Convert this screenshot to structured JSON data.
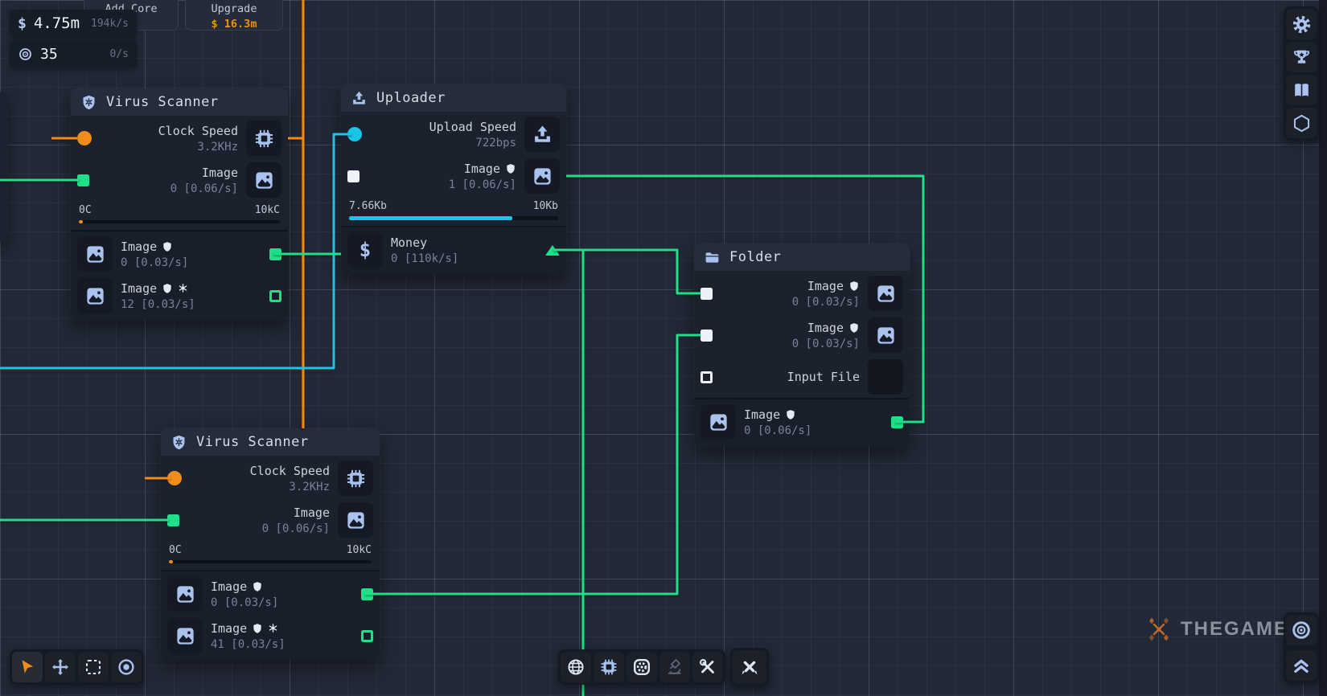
{
  "colors": {
    "canvas": "#222836",
    "node_bg": "#1b212d",
    "node_header": "#252c3b",
    "accent_orange": "#f08c1a",
    "accent_green": "#1fe089",
    "accent_cyan": "#19c6ea",
    "port_white": "#eef2f8",
    "icon_lavender": "#a9c3ee",
    "upgrade_price": "#e5941c"
  },
  "hud": {
    "money": {
      "symbol": "$",
      "value": "4.75m",
      "rate": "194k/s"
    },
    "resource": {
      "value": "35",
      "rate": "0/s"
    },
    "add_core": {
      "label": "Add Core"
    },
    "upgrade": {
      "label": "Upgrade",
      "price": "$ 16.3m"
    }
  },
  "nodes": {
    "scanner1": {
      "title": "Virus Scanner",
      "inputs": [
        {
          "label": "Clock Speed",
          "value": "3.2KHz"
        },
        {
          "label": "Image",
          "value": "0 [0.06/s]"
        }
      ],
      "progress": {
        "min": "0C",
        "max": "10kC",
        "percent": 2
      },
      "outputs": [
        {
          "label": "Image",
          "value": "0 [0.03/s]"
        },
        {
          "label": "Image",
          "value": "12 [0.03/s]"
        }
      ]
    },
    "uploader": {
      "title": "Uploader",
      "inputs": [
        {
          "label": "Upload Speed",
          "value": "722bps"
        },
        {
          "label": "Image",
          "value": "1 [0.06/s]"
        }
      ],
      "progress": {
        "min": "7.66Kb",
        "max": "10Kb",
        "percent": 78
      },
      "outputs": [
        {
          "label": "Money",
          "value": "0 [110k/s]"
        }
      ]
    },
    "folder": {
      "title": "Folder",
      "inputs": [
        {
          "label": "Image",
          "value": "0 [0.03/s]"
        },
        {
          "label": "Image",
          "value": "0 [0.03/s]"
        },
        {
          "label": "Input File",
          "value": ""
        }
      ],
      "outputs": [
        {
          "label": "Image",
          "value": "0 [0.06/s]"
        }
      ]
    },
    "scanner2": {
      "title": "Virus Scanner",
      "inputs": [
        {
          "label": "Clock Speed",
          "value": "3.2KHz"
        },
        {
          "label": "Image",
          "value": "0 [0.06/s]"
        }
      ],
      "progress": {
        "min": "0C",
        "max": "10kC",
        "percent": 2
      },
      "outputs": [
        {
          "label": "Image",
          "value": "0 [0.03/s]"
        },
        {
          "label": "Image",
          "value": "41 [0.03/s]"
        }
      ]
    }
  },
  "toolbars": {
    "left": [
      "cursor",
      "move",
      "box-select",
      "bullseye"
    ],
    "center": [
      "globe",
      "chip",
      "fan",
      "microscope",
      "tools"
    ],
    "center_extra": [
      "pencils"
    ],
    "right_top": [
      "settings-gear",
      "achievements-trophy",
      "journal-book",
      "hexagon"
    ],
    "right_bottom": [
      "center-target",
      "collapse-chevrons"
    ]
  },
  "watermark": {
    "text": "THEGAMER"
  }
}
